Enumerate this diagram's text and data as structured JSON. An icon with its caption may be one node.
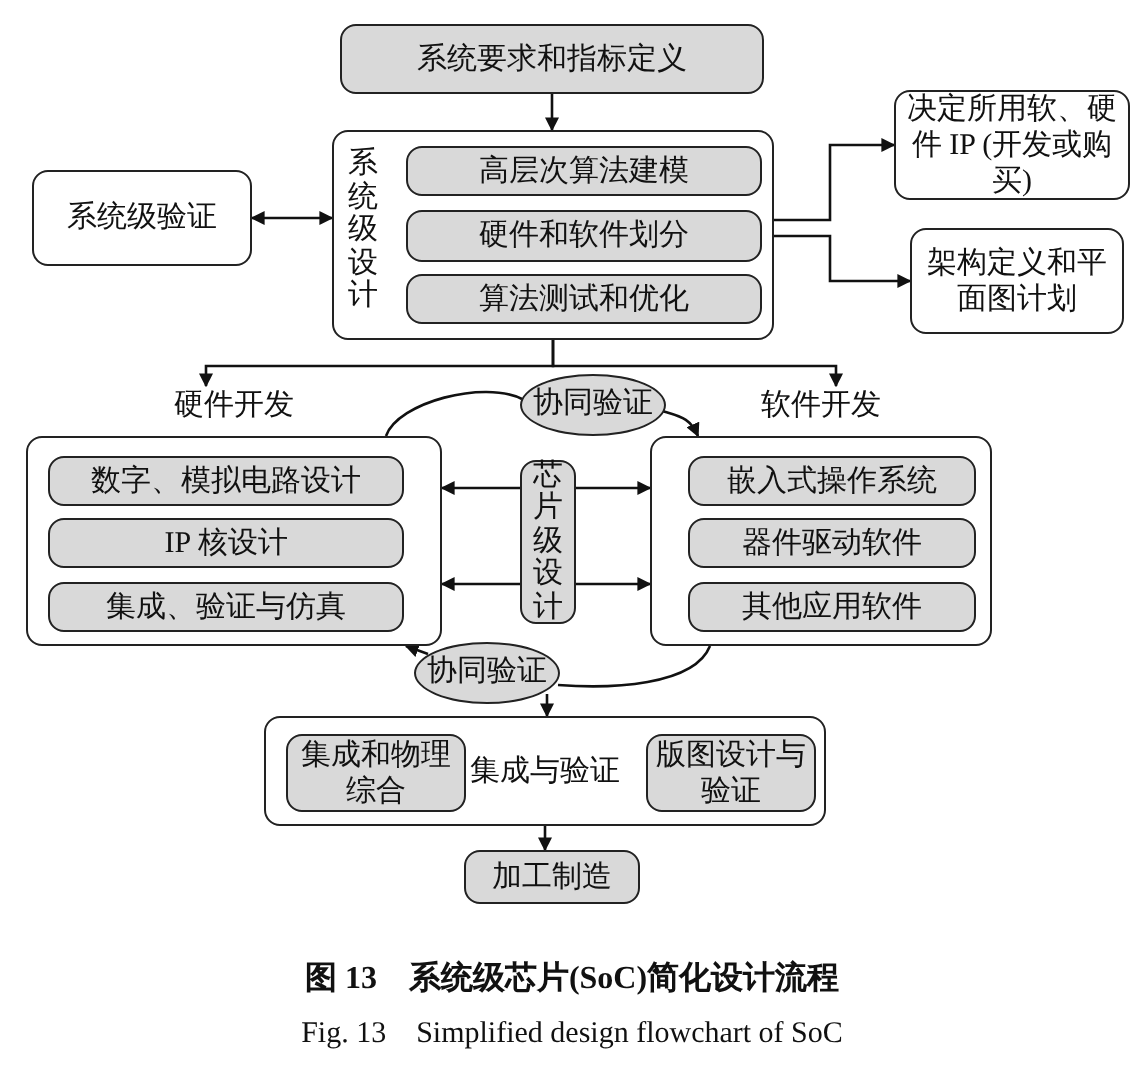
{
  "diagram": {
    "caption": "图 13　系统级芯片(SoC)简化设计流程",
    "nodes": [
      {
        "text": [
          "系统要求和指标定义"
        ]
      },
      {
        "text": [
          "系统级设计"
        ]
      },
      {
        "text": [
          "高层次算法建模"
        ],
        "in": 1
      },
      {
        "text": [
          "硬件和软件划分"
        ],
        "in": 1
      },
      {
        "text": [
          "算法测试和优化"
        ],
        "in": 1
      },
      {
        "text": [
          "系统级验证"
        ]
      },
      {
        "text": [
          "决定所用软、硬件 IP (开发或购买)"
        ]
      },
      {
        "text": [
          "架构定义和平面图计划"
        ]
      },
      {
        "text": [
          "硬件开发"
        ]
      },
      {
        "text": [
          "数字、模拟电路设计"
        ],
        "in": 8
      },
      {
        "text": [
          "IP 核设计"
        ],
        "in": 8
      },
      {
        "text": [
          "集成、验证与仿真"
        ],
        "in": 8
      },
      {
        "text": [
          "芯片级设计"
        ]
      },
      {
        "text": [
          "软件开发"
        ]
      },
      {
        "text": [
          "嵌入式操作系统"
        ],
        "in": 13
      },
      {
        "text": [
          "器件驱动软件"
        ],
        "in": 13
      },
      {
        "text": [
          "其他应用软件"
        ],
        "in": 13
      },
      {
        "text": [
          "协同验证"
        ]
      },
      {
        "text": [
          "协同验证"
        ]
      },
      {
        "text": [
          "集成与验证"
        ]
      },
      {
        "text": [
          "集成和物理综合"
        ],
        "in": 19
      },
      {
        "text": [
          "版图设计与验证"
        ],
        "in": 19
      },
      {
        "text": [
          "加工制造"
        ]
      }
    ],
    "edges": [
      {
        "from": 0,
        "to": 1,
        "arrow": "to"
      },
      {
        "from": 5,
        "to": 1,
        "arrow": "both"
      },
      {
        "from": 1,
        "to": 6,
        "arrow": "to"
      },
      {
        "from": 1,
        "to": 7,
        "arrow": "to"
      },
      {
        "from": 1,
        "to": 8,
        "arrow": "to"
      },
      {
        "from": 1,
        "to": 13,
        "arrow": "to"
      },
      {
        "from": 8,
        "to": 17,
        "arrow": "none"
      },
      {
        "from": 17,
        "to": 13,
        "arrow": "to"
      },
      {
        "from": 12,
        "to": 8,
        "arrow": "to"
      },
      {
        "from": 12,
        "to": 8,
        "arrow": "to"
      },
      {
        "from": 12,
        "to": 13,
        "arrow": "to"
      },
      {
        "from": 12,
        "to": 13,
        "arrow": "to"
      },
      {
        "from": 13,
        "to": 18,
        "arrow": "none"
      },
      {
        "from": 18,
        "to": 8,
        "arrow": "to"
      },
      {
        "from": 18,
        "to": 19,
        "arrow": "to"
      },
      {
        "from": 19,
        "to": 22,
        "arrow": "to"
      }
    ],
    "labels": [
      "Fig. 13　Simplified design flowchart of SoC"
    ]
  }
}
